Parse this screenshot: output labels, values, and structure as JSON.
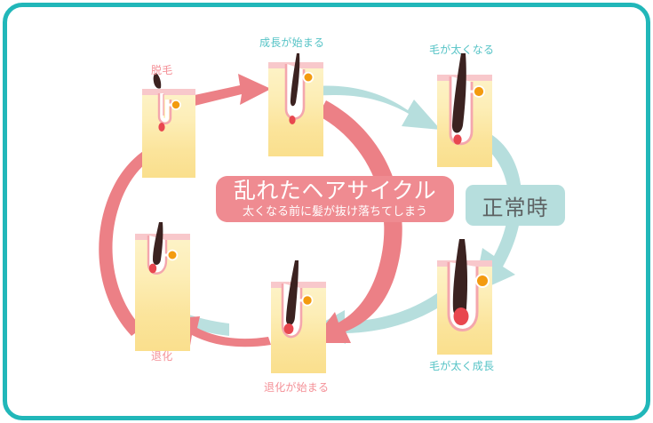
{
  "frame": {
    "border_color": "#21b7b9"
  },
  "palette": {
    "teal_border": "#21b7b9",
    "teal_arrow": "#b6dedd",
    "teal_text": "#55c3c6",
    "pink_arrow": "#ec8086",
    "pink_text": "#f49097",
    "banner_pink": "#ef8b91",
    "normal_box_teal": "#b6dedd",
    "skin_top": "#fdf3c9",
    "skin_bottom": "#fadf8d",
    "epidermis_pink": "#f8c8cb",
    "hair_dark": "#3b2220",
    "papilla_red": "#e8474f",
    "sebaceous_orange": "#f39b10"
  },
  "banner": {
    "title": "乱れたヘアサイクル",
    "subtitle": "太くなる前に髪が抜け落ちてしまう"
  },
  "normal_box": {
    "label": "正常時"
  },
  "stages": [
    {
      "id": "shedding",
      "label": "脱毛",
      "color": "pink",
      "cycle": "disrupted"
    },
    {
      "id": "growth-begins",
      "label": "成長が始まる",
      "color": "teal",
      "cycle": "normal"
    },
    {
      "id": "hair-thickens",
      "label": "毛が太くなる",
      "color": "teal",
      "cycle": "normal"
    },
    {
      "id": "grows-thick",
      "label": "毛が太く成長",
      "color": "teal",
      "cycle": "normal"
    },
    {
      "id": "regression-begins",
      "label": "退化が始まる",
      "color": "pink",
      "cycle": "disrupted"
    },
    {
      "id": "regression",
      "label": "退化",
      "color": "pink",
      "cycle": "disrupted"
    }
  ]
}
